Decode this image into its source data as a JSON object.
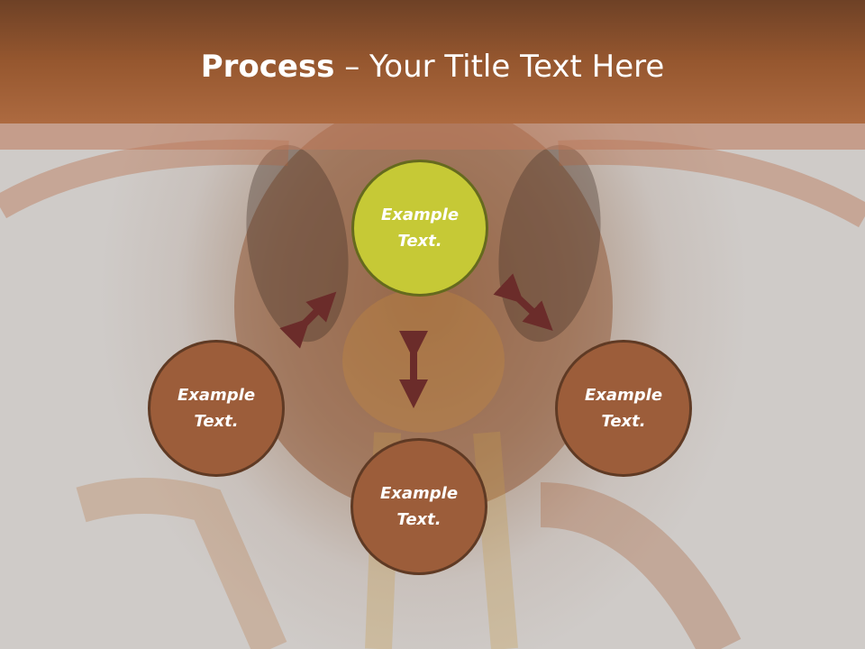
{
  "slide": {
    "title_bold": "Process",
    "title_rest": " – Your Title Text Here"
  },
  "nodes": [
    {
      "label": "Example Text."
    },
    {
      "label": "Example Text."
    },
    {
      "label": "Example Text."
    },
    {
      "label": "Example Text."
    }
  ],
  "colors": {
    "header": "#96572f",
    "node_fill": "#9c5d3a",
    "node_accent": "#c6c936",
    "arrow": "#6b2c2a"
  }
}
